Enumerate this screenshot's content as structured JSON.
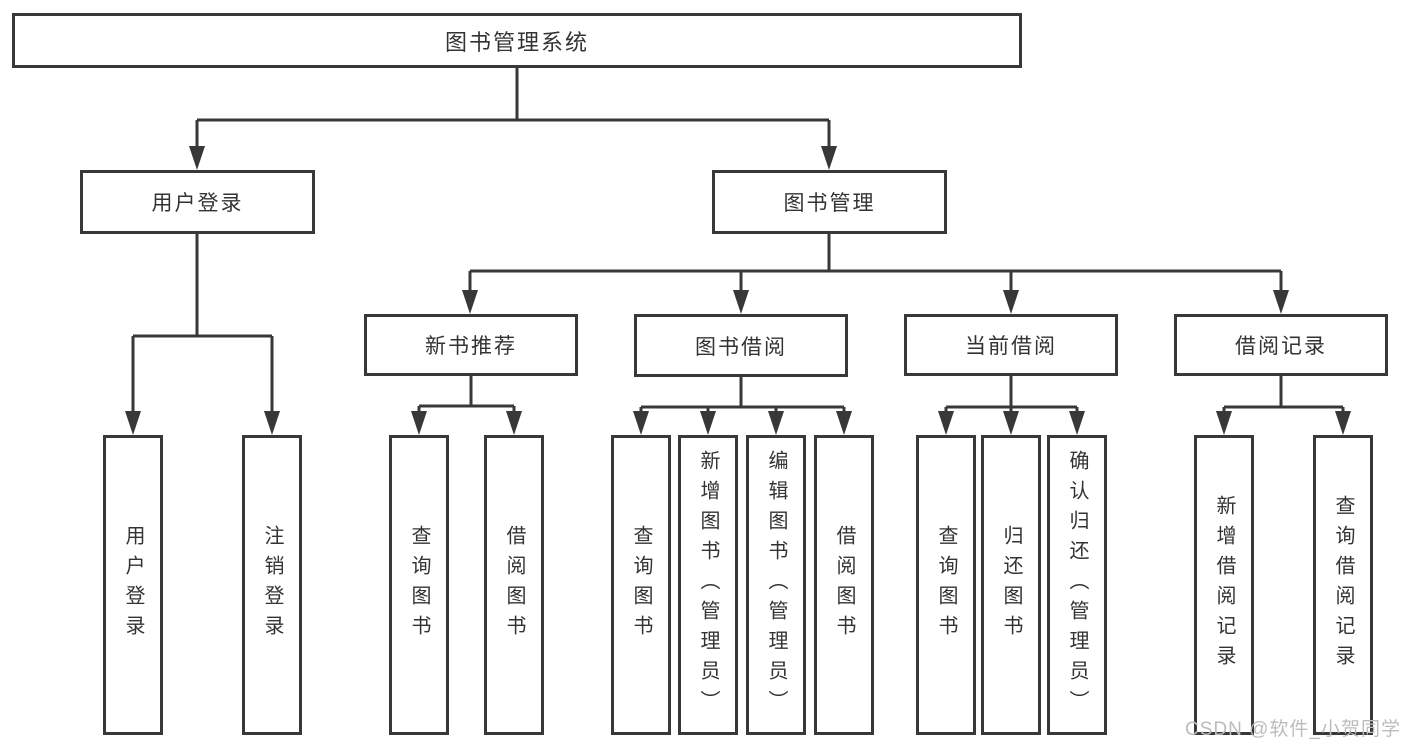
{
  "colors": {
    "background": "#ffffff",
    "line": "#383838",
    "box_border": "#383838",
    "text": "#333333",
    "watermark": "#bcbcbc"
  },
  "nodes": {
    "root": "图书管理系统",
    "user_login": "用户登录",
    "book_mgmt": "图书管理",
    "new_books": "新书推荐",
    "book_borrow": "图书借阅",
    "current_borrow": "当前借阅",
    "borrow_records": "借阅记录"
  },
  "leaves": {
    "user_login": [
      "用户登录",
      "注销登录"
    ],
    "new_books": [
      "查询图书",
      "借阅图书"
    ],
    "book_borrow": [
      "查询图书",
      "新增图书（管理员）",
      "编辑图书（管理员）",
      "借阅图书"
    ],
    "current_borrow": [
      "查询图书",
      "归还图书",
      "确认归还（管理员）"
    ],
    "borrow_records": [
      "新增借阅记录",
      "查询借阅记录"
    ]
  },
  "watermark": {
    "text": "CSDN @软件_小贺同学"
  }
}
